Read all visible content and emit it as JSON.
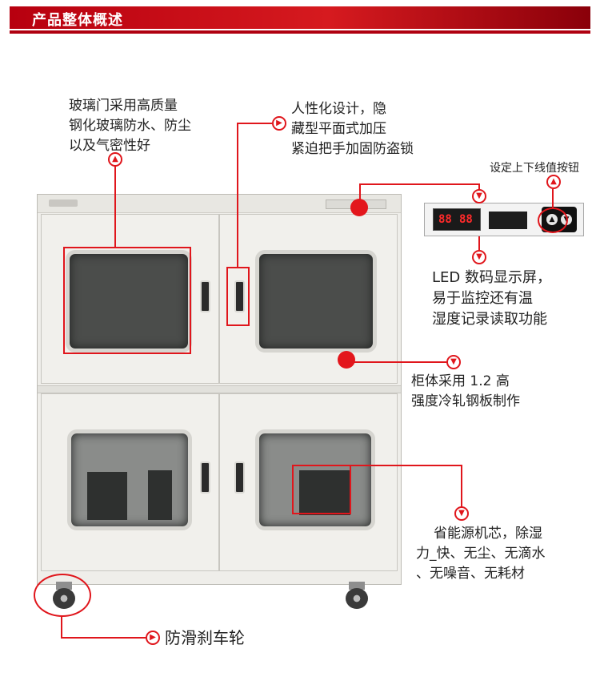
{
  "banner": {
    "title": "产品整体概述"
  },
  "callouts": {
    "glass_door": [
      "玻璃门采用高质量",
      "钢化玻璃防水、防尘",
      "以及气密性好"
    ],
    "handle": [
      "人性化设计，隐",
      "藏型平面式加压",
      "紧迫把手加固防盗锁"
    ],
    "buttons": "设定上下线值按钮",
    "led": [
      "LED 数码显示屏，",
      "易于监控还有温",
      "湿度记录读取功能"
    ],
    "body": [
      "柜体采用 1.2 高",
      "强度冷轧钢板制作"
    ],
    "core": [
      "省能源机芯，除湿",
      "力_快、无尘、无滴水",
      "、无噪音、无耗材"
    ],
    "wheel": "防滑刹车轮"
  },
  "panel": {
    "display_left": "88",
    "display_right": "88"
  },
  "colors": {
    "accent": "#e0161c",
    "banner": "#c8101a"
  },
  "icons": {
    "arrow": "circled-right-arrow-icon",
    "buttons": "up-down-keypad-icon"
  }
}
